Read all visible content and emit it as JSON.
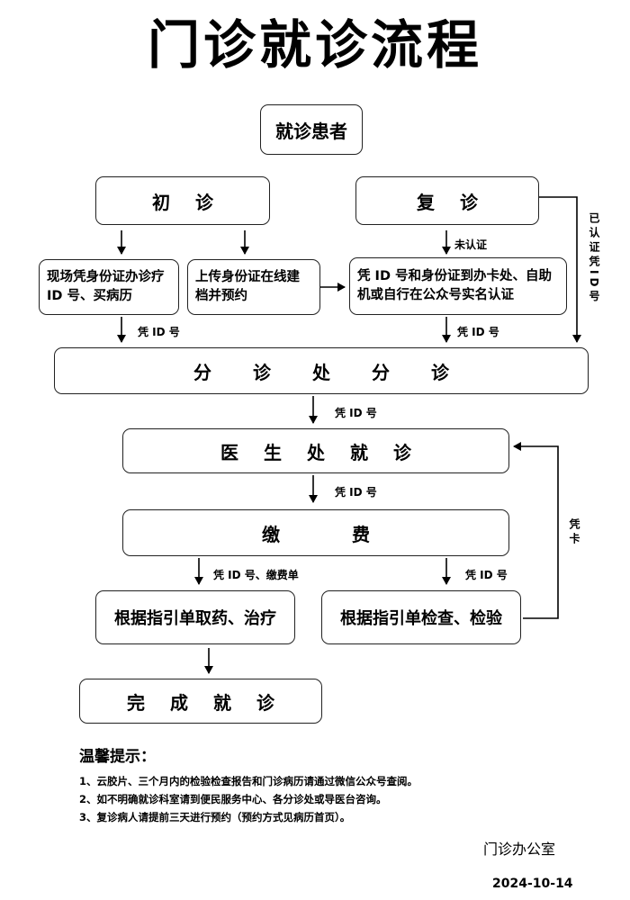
{
  "title": "门诊就诊流程",
  "nodes": {
    "patient": "就诊患者",
    "first_visit": "初诊",
    "return_visit": "复诊",
    "onsite_card": "现场凭身份证办诊疗 ID 号、买病历",
    "online_card": "上传身份证在线建档并预约",
    "realname": "凭 ID 号和身份证到办卡处、自助机或自行在公众号实名认证",
    "triage": "分诊处分诊",
    "doctor": "医生处就诊",
    "payment": "缴费",
    "medicine": "根据指引单取药、治疗",
    "exam": "根据指引单检查、检验",
    "finish": "完成就诊"
  },
  "edges": {
    "not_verified": "未认证",
    "verified": "已认证凭ID号",
    "by_id_1": "凭 ID 号",
    "by_id_2": "凭 ID 号",
    "by_id_3": "凭 ID 号",
    "by_id_4": "凭 ID 号",
    "by_id_bill": "凭 ID 号、缴费单",
    "by_id_exam": "凭 ID 号",
    "by_card": "凭卡"
  },
  "tips": {
    "heading": "温馨提示：",
    "items": [
      "1、云胶片、三个月内的检验检查报告和门诊病历请通过微信公众号查阅。",
      "2、如不明确就诊科室请到便民服务中心、各分诊处或导医台咨询。",
      "3、复诊病人请提前三天进行预约（预约方式见病历首页）。"
    ]
  },
  "footer": {
    "office": "门诊办公室",
    "date": "2024-10-14"
  }
}
